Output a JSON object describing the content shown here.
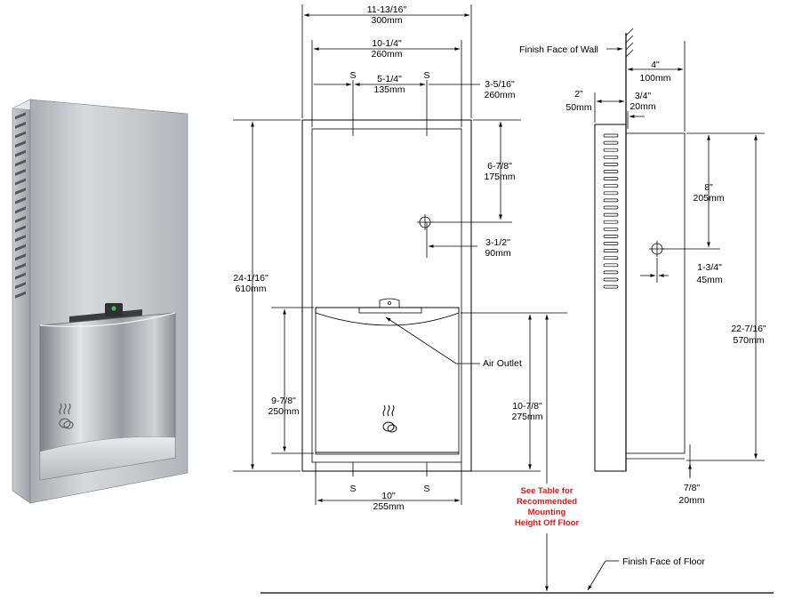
{
  "dimensions": {
    "overall_width": [
      "11-13/16\"",
      "300mm"
    ],
    "recess_width": [
      "10-1/4\"",
      "260mm"
    ],
    "stud_spacing": [
      "5-1/4\"",
      "135mm"
    ],
    "side_offset": [
      "3-5/16\"",
      "260mm"
    ],
    "top_to_outlet": [
      "6-7/8\"",
      "175mm"
    ],
    "outlet_offset": [
      "3-1/2\"",
      "90mm"
    ],
    "overall_height": [
      "24-1/16\"",
      "610mm"
    ],
    "lower_height": [
      "9-7/8\"",
      "250mm"
    ],
    "recess_lower_height": [
      "10-7/8\"",
      "275mm"
    ],
    "bottom_width": [
      "10\"",
      "255mm"
    ],
    "wall_projection": [
      "4\"",
      "100mm"
    ],
    "front_depth": [
      "2\"",
      "50mm"
    ],
    "flange_depth": [
      "3/4\"",
      "20mm"
    ],
    "side_drop": [
      "8\"",
      "205mm"
    ],
    "side_outlet_offset": [
      "1-3/4\"",
      "45mm"
    ],
    "side_height": [
      "22-7/16\"",
      "570mm"
    ],
    "bottom_offset": [
      "7/8\"",
      "20mm"
    ]
  },
  "labels": {
    "stud_mark": "S",
    "finish_wall": "Finish Face of Wall",
    "air_outlet": "Air Outlet",
    "finish_floor": "Finish Face of Floor"
  },
  "note_lines": [
    "See Table for",
    "Recommended",
    "Mounting",
    "Height Off Floor"
  ],
  "colors": {
    "steel_light": "#d9dadc",
    "steel_dark": "#8f9297",
    "note_red": "#d21f1f",
    "indicator_green": "#3fbf4a"
  }
}
